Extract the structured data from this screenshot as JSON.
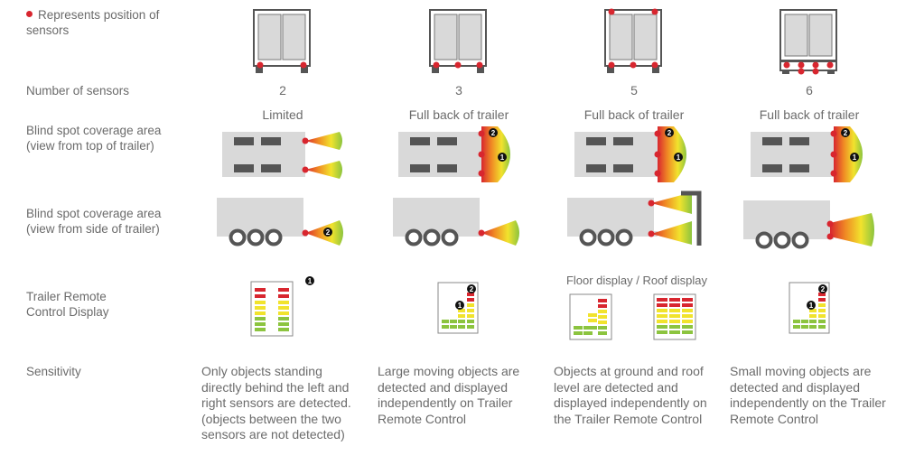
{
  "colors": {
    "sensor": "#d8262f",
    "trailer": "#d9d9d9",
    "window": "#555555",
    "green": "#8cc43f",
    "yellow": "#f1e32d",
    "red": "#d8262f"
  },
  "legend": {
    "text": "Represents position of\nsensors"
  },
  "rows": {
    "number_of_sensors": "Number of sensors",
    "top_view": "Blind spot coverage area\n(view from top of trailer)",
    "side_view": "Blind spot coverage area\n(view from side of trailer)",
    "remote": "Trailer Remote\nControl Display",
    "sensitivity": "Sensitivity"
  },
  "floor_roof_label": "Floor display / Roof display",
  "columns": [
    {
      "sensors": "2",
      "coverage": "Limited",
      "badge_top": "",
      "badge_side": "2",
      "badge_remote_a": "",
      "badge_remote_b": "1",
      "description": "Only objects standing directly behind the left and right sensors are detected. (objects between the two sensors are not detected)"
    },
    {
      "sensors": "3",
      "coverage": "Full back of trailer",
      "badge_top": "2",
      "badge_top_b": "1",
      "badge_remote_a": "2",
      "badge_remote_b": "1",
      "description": "Large moving objects are detected and displayed independently on Trailer Remote Control"
    },
    {
      "sensors": "5",
      "coverage": "Full back of trailer",
      "badge_top": "2",
      "badge_top_b": "1",
      "description": "Objects at ground and roof level are detected and displayed independently on the Trailer Remote Control"
    },
    {
      "sensors": "6",
      "coverage": "Full back of trailer",
      "badge_top": "2",
      "badge_top_b": "1",
      "badge_remote_a": "2",
      "badge_remote_b": "1",
      "description": "Small moving objects are detected and displayed independently on the Trailer Remote Control"
    }
  ]
}
